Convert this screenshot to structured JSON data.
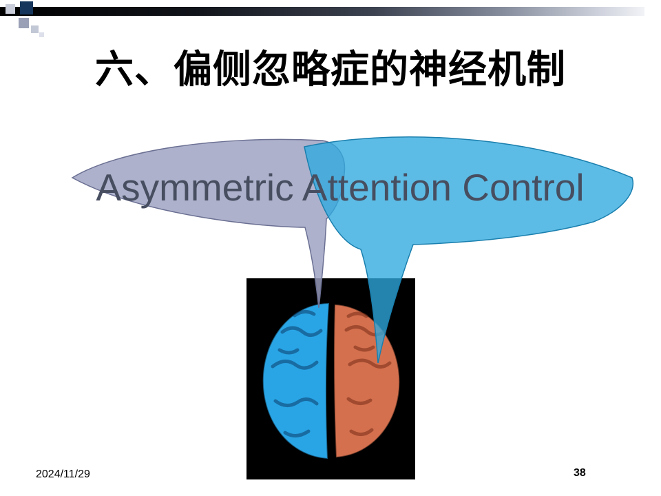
{
  "slide": {
    "title": "六、偏侧忽略症的神经机制",
    "overlay_text": "Asymmetric Attention Control",
    "footer": {
      "date": "2024/11/29",
      "page_number": "38"
    }
  },
  "figure": {
    "left_cone_color": "#9ba0c0",
    "left_cone_stroke": "#6b7093",
    "right_cone_color": "#2fa9de",
    "right_cone_stroke": "#1a7fae",
    "overlay_text_color": "#474e60",
    "brain_background": "#000000",
    "brain_left_color": "#29a5e6",
    "brain_right_color": "#d4704e"
  },
  "theme": {
    "accent_navy": "#16365c",
    "title_color": "#000000"
  }
}
